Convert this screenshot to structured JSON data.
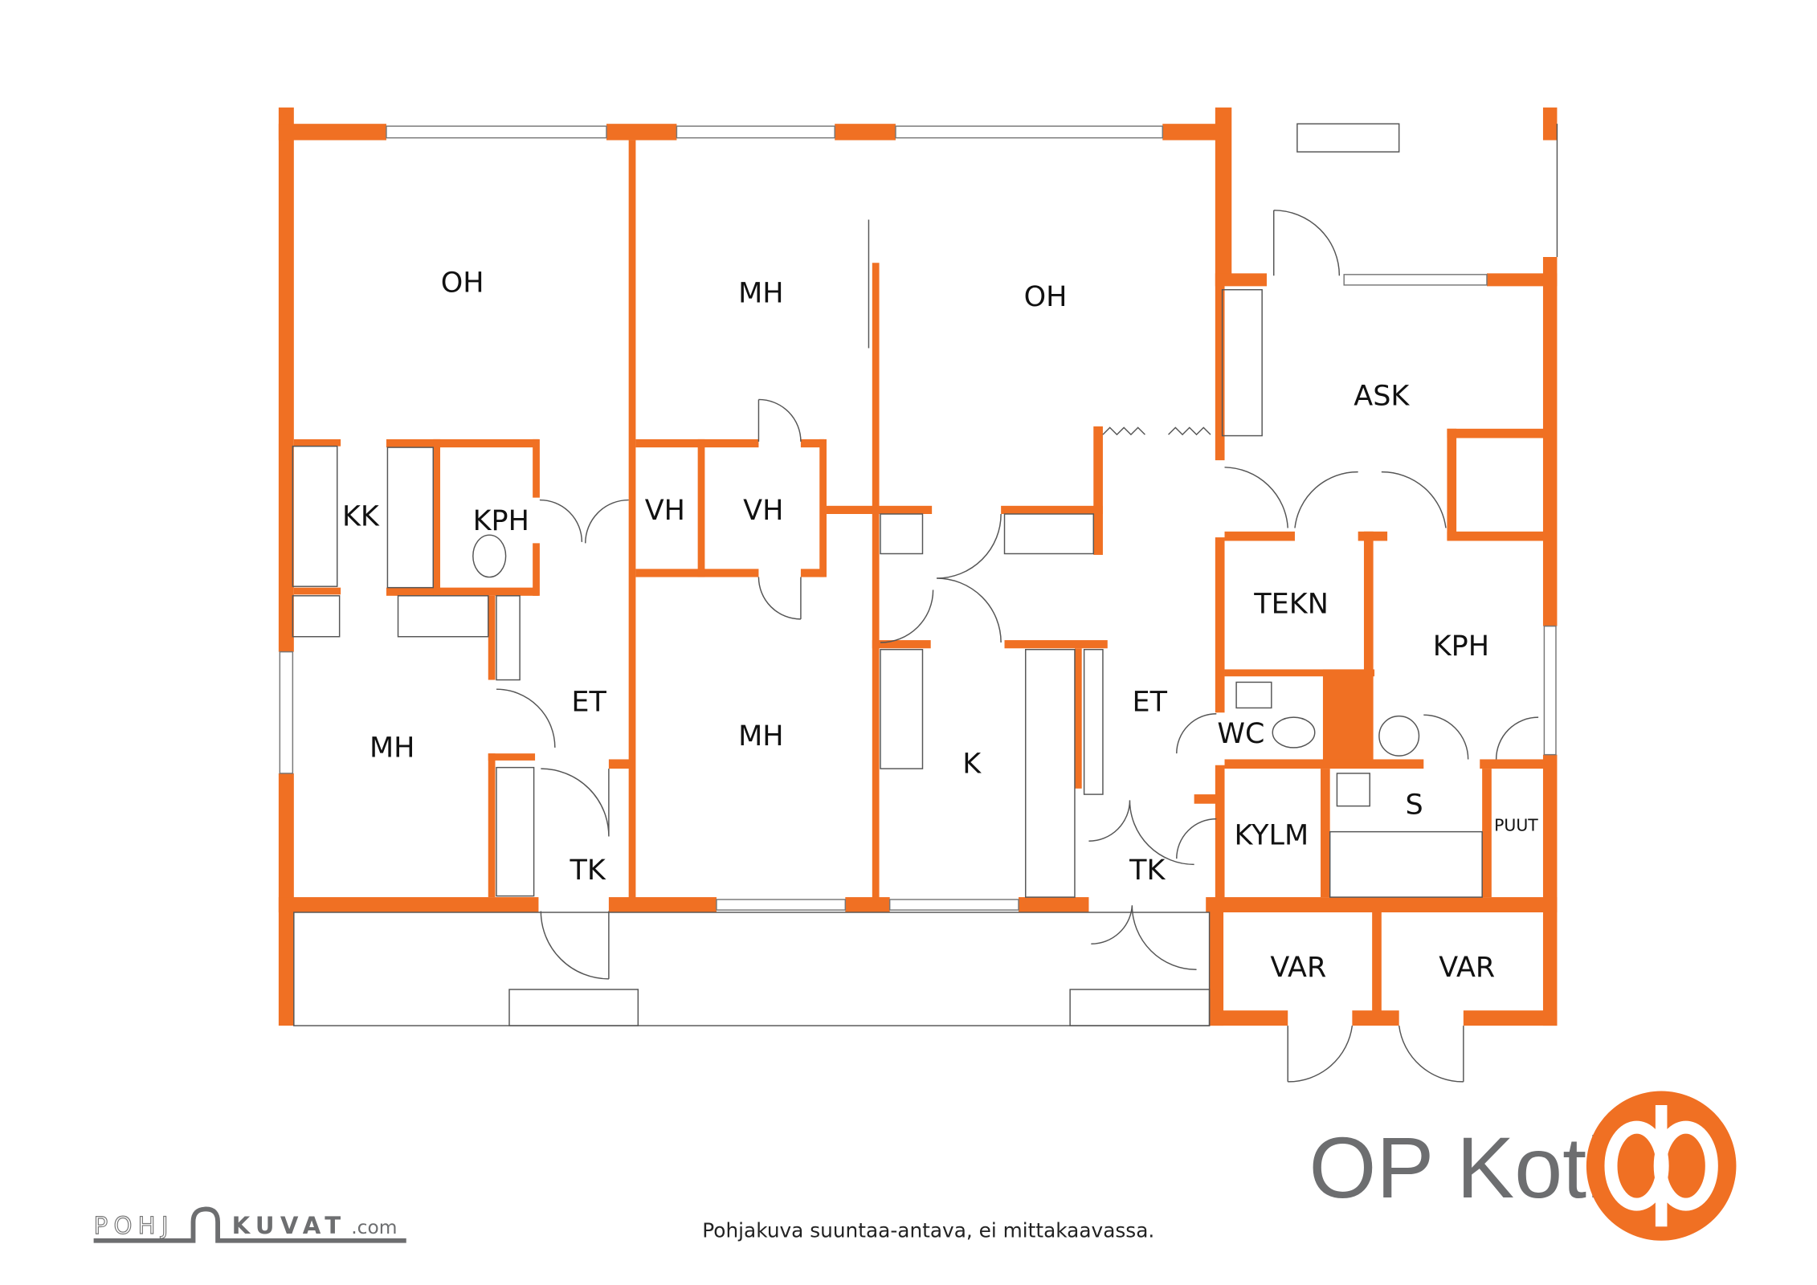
{
  "rooms": {
    "oh_left": "OH",
    "mh_top": "MH",
    "oh_right": "OH",
    "ask": "ASK",
    "kk": "KK",
    "kph_left": "KPH",
    "vh_1": "VH",
    "vh_2": "VH",
    "tekn": "TEKN",
    "kph_right": "KPH",
    "et_left": "ET",
    "mh_left": "MH",
    "mh_center": "MH",
    "k": "K",
    "et_right": "ET",
    "wc": "WC",
    "kylm": "KYLM",
    "s": "S",
    "puut": "PUUT",
    "tk_left": "TK",
    "tk_right": "TK",
    "var_1": "VAR",
    "var_2": "VAR"
  },
  "footer": {
    "disclaimer": "Pohjakuva suuntaa-antava, ei mittakaavassa.",
    "pohjakuvat_logo": "POHJAKUVAT.com",
    "pohjakuvat_left": "POHJ",
    "pohjakuvat_right": "KUVAT",
    "pohjakuvat_tld": ".com",
    "brand": "OP Koti"
  },
  "colors": {
    "wall": "#f07023",
    "brand_text": "#6d6e70"
  }
}
